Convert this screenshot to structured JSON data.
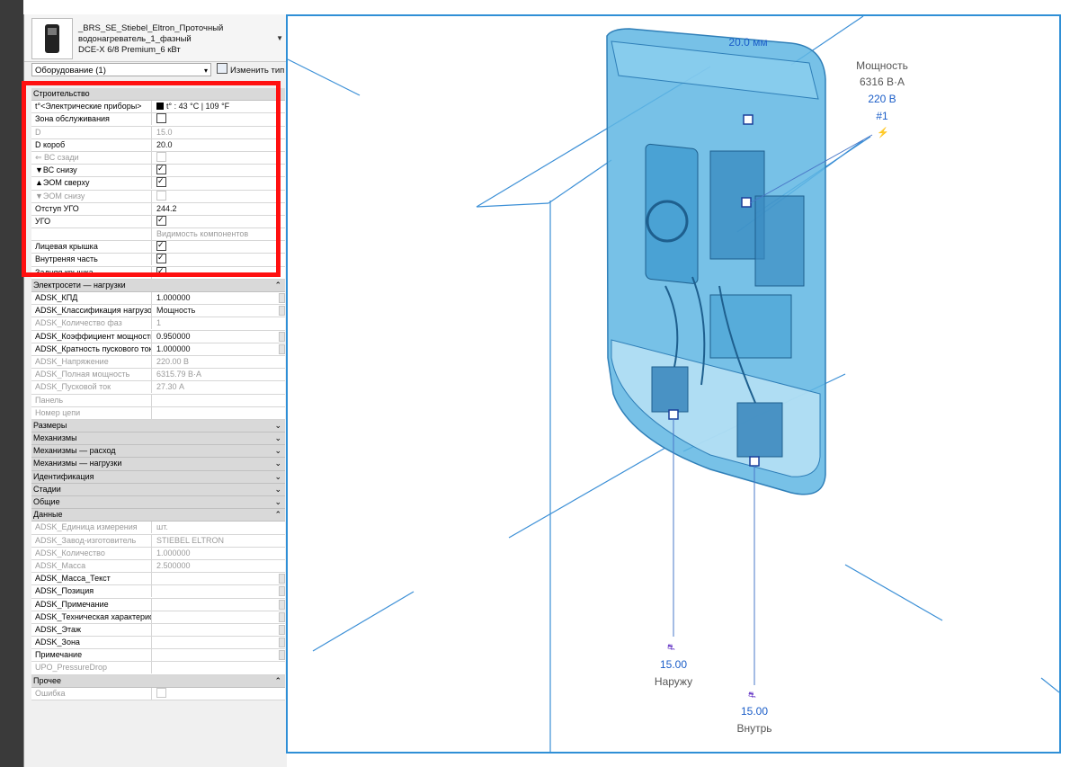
{
  "type_selector": {
    "name_lines": [
      "_BRS_SE_Stiebel_Eltron_Проточный",
      "водонагреватель_1_фазный",
      "DCE-X 6/8 Premium_6 кВт"
    ]
  },
  "instance_filter": {
    "value": "Оборудование (1)",
    "edit_type_label": "Изменить тип"
  },
  "properties": [
    {
      "group": "Строительство",
      "collapsed": false,
      "rows": [
        {
          "name": "t°<Электрические приборы>",
          "value": "t° : 43 °C | 109 °F",
          "swatch": "#000000"
        },
        {
          "name": "Зона обслуживания",
          "checkbox": false
        },
        {
          "name": "D",
          "value": "15.0",
          "dim": true
        },
        {
          "name": "D короб",
          "value": "20.0"
        },
        {
          "name": "⇐ ВС сзади",
          "checkbox": false,
          "dim": true
        },
        {
          "name": "▼ВС снизу",
          "checkbox": true
        },
        {
          "name": "▲ЭОМ сверху",
          "checkbox": true
        },
        {
          "name": "▼ЭОМ снизу",
          "checkbox": false,
          "dim": true
        },
        {
          "name": "Отступ УГО",
          "value": "244.2"
        },
        {
          "name": "УГО",
          "checkbox": true
        },
        {
          "name": "",
          "value": "Видимость компонентов",
          "dim": true
        },
        {
          "name": "Лицевая крышка",
          "checkbox": true
        },
        {
          "name": "Внутреняя часть",
          "checkbox": true
        },
        {
          "name": "Задняя крышка",
          "checkbox": true
        }
      ]
    },
    {
      "group": "Электросети — нагрузки",
      "collapsed": false,
      "rows": [
        {
          "name": "ADSK_КПД",
          "value": "1.000000",
          "scroll": true
        },
        {
          "name": "ADSK_Классификация нагрузок",
          "value": "Мощность",
          "scroll": true
        },
        {
          "name": "ADSK_Количество фаз",
          "value": "1",
          "dim": true
        },
        {
          "name": "ADSK_Коэффициент мощности",
          "value": "0.950000",
          "scroll": true
        },
        {
          "name": "ADSK_Кратность пускового тока",
          "value": "1.000000",
          "scroll": true
        },
        {
          "name": "ADSK_Напряжение",
          "value": "220.00 В",
          "dim": true
        },
        {
          "name": "ADSK_Полная мощность",
          "value": "6315.79 В·А",
          "dim": true
        },
        {
          "name": "ADSK_Пусковой ток",
          "value": "27.30 А",
          "dim": true
        },
        {
          "name": "Панель",
          "value": "",
          "dim": true
        },
        {
          "name": "Номер цепи",
          "value": "",
          "dim": true
        }
      ]
    },
    {
      "group": "Размеры",
      "collapsed": true,
      "rows": []
    },
    {
      "group": "Механизмы",
      "collapsed": true,
      "rows": []
    },
    {
      "group": "Механизмы — расход",
      "collapsed": true,
      "rows": []
    },
    {
      "group": "Механизмы — нагрузки",
      "collapsed": true,
      "rows": []
    },
    {
      "group": "Идентификация",
      "collapsed": true,
      "rows": []
    },
    {
      "group": "Стадии",
      "collapsed": true,
      "rows": []
    },
    {
      "group": "Общие",
      "collapsed": true,
      "rows": []
    },
    {
      "group": "Данные",
      "collapsed": false,
      "rows": [
        {
          "name": "ADSK_Единица измерения",
          "value": "шт.",
          "dim": true
        },
        {
          "name": "ADSK_Завод-изготовитель",
          "value": "STIEBEL ELTRON",
          "dim": true
        },
        {
          "name": "ADSK_Количество",
          "value": "1.000000",
          "dim": true
        },
        {
          "name": "ADSK_Масса",
          "value": "2.500000",
          "dim": true
        },
        {
          "name": "ADSK_Масса_Текст",
          "value": "",
          "scroll": true
        },
        {
          "name": "ADSK_Позиция",
          "value": "",
          "scroll": true
        },
        {
          "name": "ADSK_Примечание",
          "value": "",
          "scroll": true
        },
        {
          "name": "ADSK_Техническая характерис...",
          "value": "",
          "scroll": true
        },
        {
          "name": "ADSK_Этаж",
          "value": "",
          "scroll": true
        },
        {
          "name": "ADSK_Зона",
          "value": "",
          "scroll": true
        },
        {
          "name": "Примечание",
          "value": "",
          "scroll": true
        },
        {
          "name": "UPO_PressureDrop",
          "value": "",
          "dim": true
        }
      ]
    },
    {
      "group": "Прочее",
      "collapsed": false,
      "rows": [
        {
          "name": "Ошибка",
          "checkbox": false,
          "dim": true
        }
      ]
    }
  ],
  "viewport": {
    "dimension_label": "20.0 мм",
    "power_tag": [
      "Мощность",
      "6316 В·А",
      "220 В",
      "#1"
    ],
    "outlet_tag": {
      "value": "15.00",
      "label": "Наружу"
    },
    "inlet_tag": {
      "value": "15.00",
      "label": "Внутрь"
    },
    "accent_color": "#1a5dc8",
    "model_color": "#5fb6e3"
  }
}
